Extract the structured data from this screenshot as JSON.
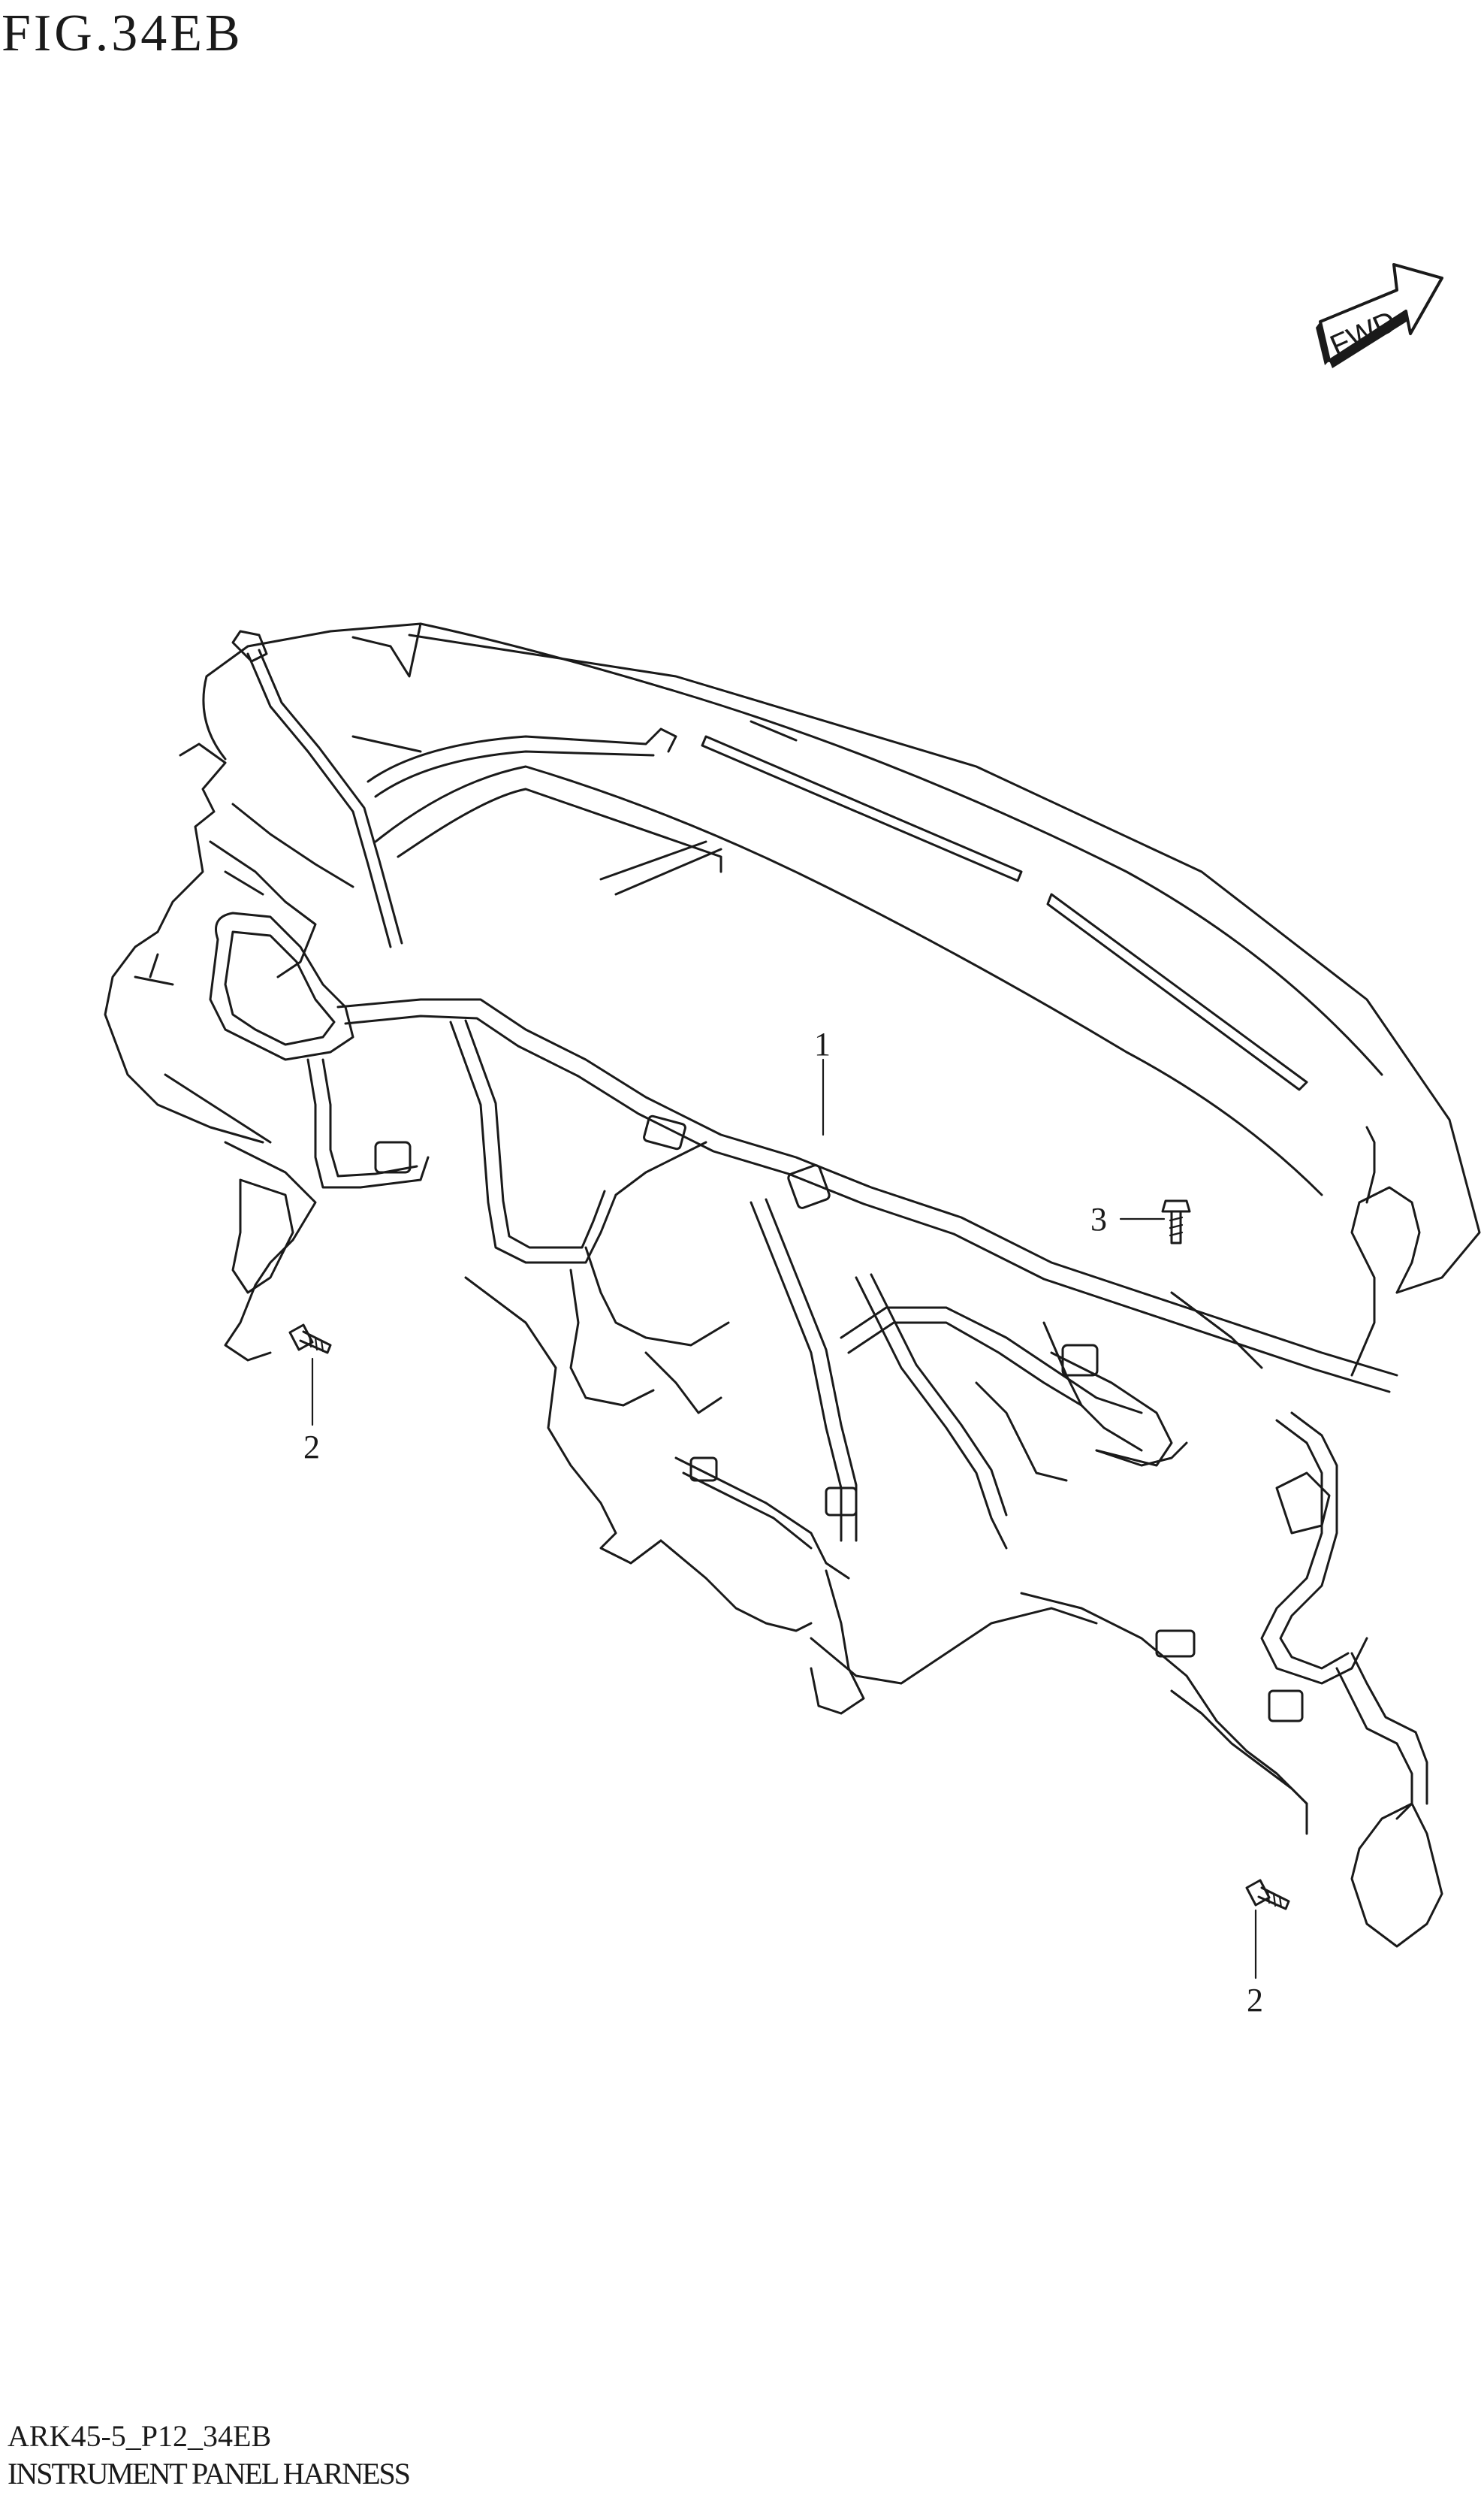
{
  "figure": {
    "title": "FIG.34EB"
  },
  "badge": {
    "label": "FWD",
    "icon": "fwd-arrow-icon"
  },
  "callouts": [
    {
      "number": "1",
      "part": "instrument panel harness"
    },
    {
      "number": "2",
      "part": "bolt"
    },
    {
      "number": "2",
      "part": "bolt"
    },
    {
      "number": "3",
      "part": "bolt"
    }
  ],
  "footer": {
    "code": "ARK45-5_P12_34EB",
    "name": "INSTRUMENT PANEL HARNESS"
  }
}
